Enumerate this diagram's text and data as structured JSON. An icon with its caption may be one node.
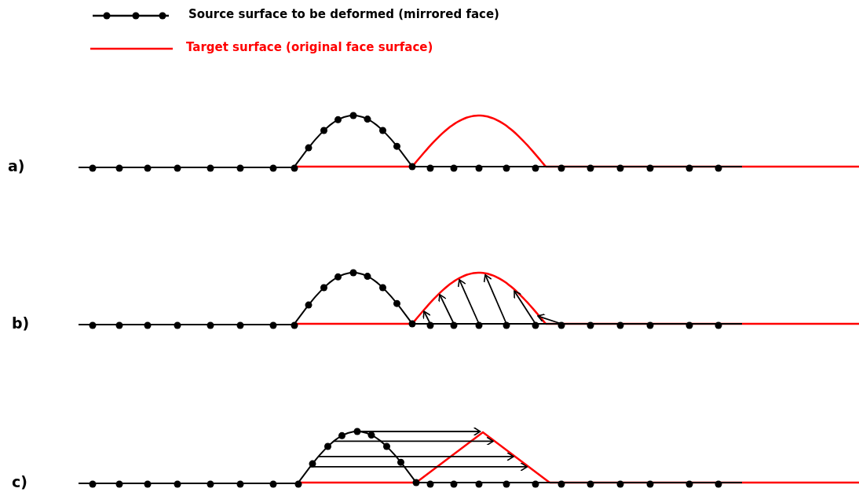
{
  "diagram": {
    "labels": [
      "a)",
      "b)",
      "c)"
    ],
    "legend": [
      {
        "text": "Source surface to be deformed (mirrored face)"
      },
      {
        "text": "Target surface (original face surface)"
      }
    ]
  }
}
